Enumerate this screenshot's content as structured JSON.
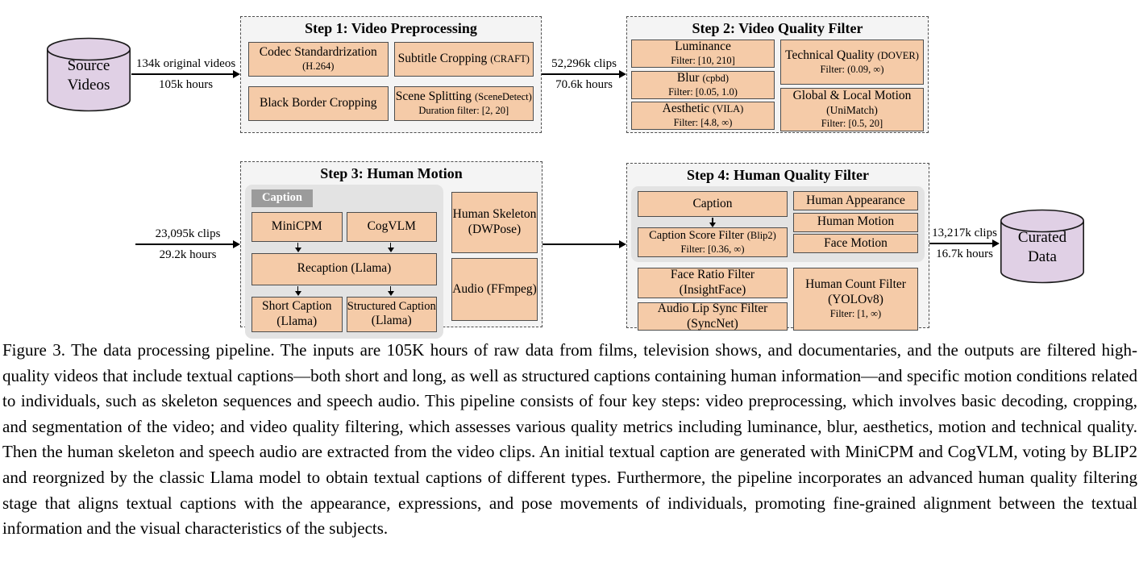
{
  "figure": {
    "source_db": {
      "line1": "Source",
      "line2": "Videos"
    },
    "curated_db": {
      "line1": "Curated",
      "line2": "Data"
    },
    "arrows": {
      "in1": {
        "top": "134k original videos",
        "bottom": "105k hours"
      },
      "s1_s2": {
        "top": "52,296k clips",
        "bottom": "70.6k hours"
      },
      "in3": {
        "top": "23,095k clips",
        "bottom": "29.2k hours"
      },
      "out": {
        "top": "13,217k clips",
        "bottom": "16.7k hours"
      }
    },
    "step1": {
      "title": "Step 1: Video Preprocessing",
      "codec": {
        "t1": "Codec Standardrization",
        "t2": "(H.264)"
      },
      "subtitle": {
        "t1": "Subtitle Cropping",
        "p1": "(CRAFT)"
      },
      "black_border": {
        "t1": "Black Border Cropping"
      },
      "scene": {
        "t1": "Scene Splitting",
        "p1": "(SceneDetect)",
        "t2": "Duration filter: [2, 20]"
      }
    },
    "step2": {
      "title": "Step 2: Video Quality Filter",
      "luminance": {
        "t1": "Luminance",
        "t2": "Filter: [10, 210]"
      },
      "blur": {
        "t1": "Blur",
        "p1": "(cpbd)",
        "t2": "Filter: [0.05, 1.0)"
      },
      "aesthetic": {
        "t1": "Aesthetic",
        "p1": "(VILA)",
        "t2": "Filter: [4.8, ∞)"
      },
      "technical": {
        "t1": "Technical Quality",
        "p1": "(DOVER)",
        "t2": "Filter: (0.09, ∞)"
      },
      "global_motion": {
        "t1": "Global & Local Motion",
        "t2": "(UniMatch)",
        "t3": "Filter: [0.5, 20]"
      }
    },
    "step3": {
      "title": "Step 3: Human Motion",
      "badge": "Caption",
      "minicpm": {
        "t1": "MiniCPM"
      },
      "cogvlm": {
        "t1": "CogVLM"
      },
      "recaption": {
        "t1": "Recaption (Llama)"
      },
      "short_caption": {
        "t1": "Short Caption",
        "t2": "(Llama)"
      },
      "structured_caption": {
        "t1": "Structured Caption",
        "t2": "(Llama)"
      },
      "skeleton": {
        "t1": "Human Skeleton",
        "t2": "(DWPose)"
      },
      "audio": {
        "t1": "Audio (FFmpeg)"
      }
    },
    "step4": {
      "title": "Step 4: Human Quality Filter",
      "caption_box": {
        "t1": "Caption"
      },
      "caption_score": {
        "t1": "Caption Score Filter",
        "p1": "(Blip2)",
        "t2": "Filter: [0.36, ∞)"
      },
      "human_appearance": {
        "t1": "Human Appearance"
      },
      "human_motion": {
        "t1": "Human Motion"
      },
      "face_motion": {
        "t1": "Face Motion"
      },
      "face_ratio": {
        "t1": "Face Ratio Filter",
        "t2": "(InsightFace)"
      },
      "lip_sync": {
        "t1": "Audio Lip Sync Filter",
        "t2": "(SyncNet)"
      },
      "human_count": {
        "t1": "Human Count Filter",
        "t2": "(YOLOv8)",
        "t3": "Filter: [1, ∞)"
      }
    },
    "colors": {
      "box_fill": "#f5cba8",
      "box_border": "#4d4d4d",
      "db_fill": "#e0d0e5",
      "panel_fill": "#e3e3e3",
      "badge_fill": "#9b9b9b",
      "step_fill": "#f4f4f4"
    }
  },
  "caption": {
    "text": "Figure 3. The data processing pipeline. The inputs are 105K hours of raw data from films, television shows, and documentaries, and the outputs are filtered high-quality videos that include textual captions—both short and long, as well as structured captions containing human information—and specific motion conditions related to individuals, such as skeleton sequences and speech audio. This pipeline consists of four key steps: video preprocessing, which involves basic decoding, cropping, and segmentation of the video; and video quality filtering, which assesses various quality metrics including luminance, blur, aesthetics, motion and technical quality. Then the human skeleton and speech audio are extracted from the video clips. An initial textual caption are generated with MiniCPM and CogVLM, voting by BLIP2 and reorgnized by the classic Llama model to obtain textual captions of different types. Furthermore, the pipeline incorporates an advanced human quality filtering stage that aligns textual captions with the appearance, expressions, and pose movements of individuals, promoting fine-grained alignment between the textual information and the visual characteristics of the subjects."
  }
}
